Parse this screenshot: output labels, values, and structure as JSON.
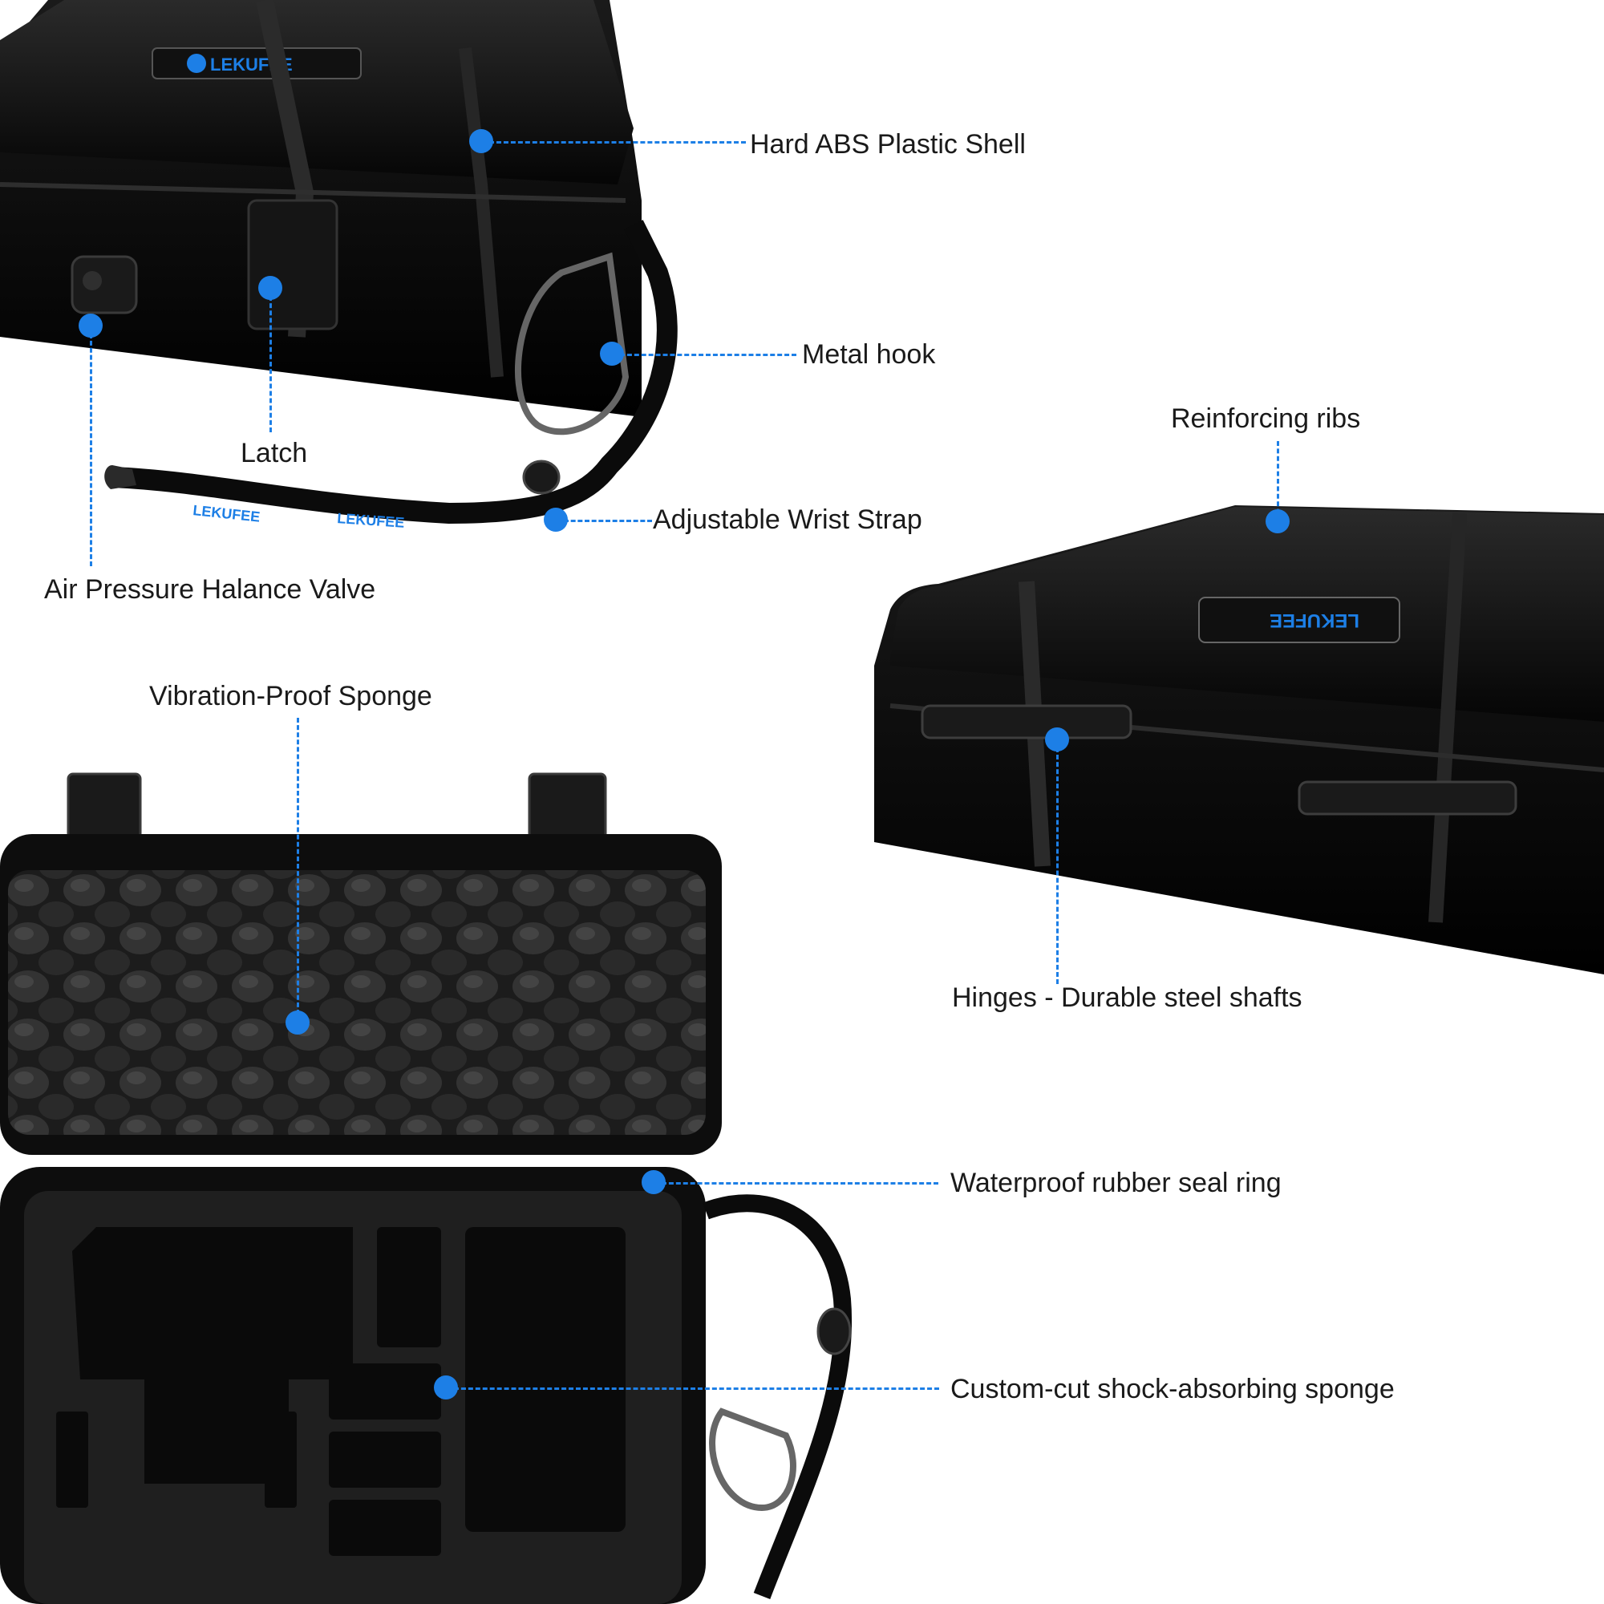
{
  "brand": {
    "logo_text": "LEKUFEE",
    "strap_text": "LEKUFEE"
  },
  "colors": {
    "accent": "#1d7fe6",
    "case": "#0d0d0d",
    "foam": "#1f1f1f"
  },
  "callouts": {
    "shell": "Hard ABS Plastic Shell",
    "hook": "Metal hook",
    "latch": "Latch",
    "strap": "Adjustable Wrist Strap",
    "valve": "Air Pressure Halance Valve",
    "ribs": "Reinforcing ribs",
    "hinges": "Hinges - Durable steel shafts",
    "vibration_sponge": "Vibration-Proof Sponge",
    "seal_ring": "Waterproof rubber seal ring",
    "custom_sponge": "Custom-cut shock-absorbing sponge"
  }
}
